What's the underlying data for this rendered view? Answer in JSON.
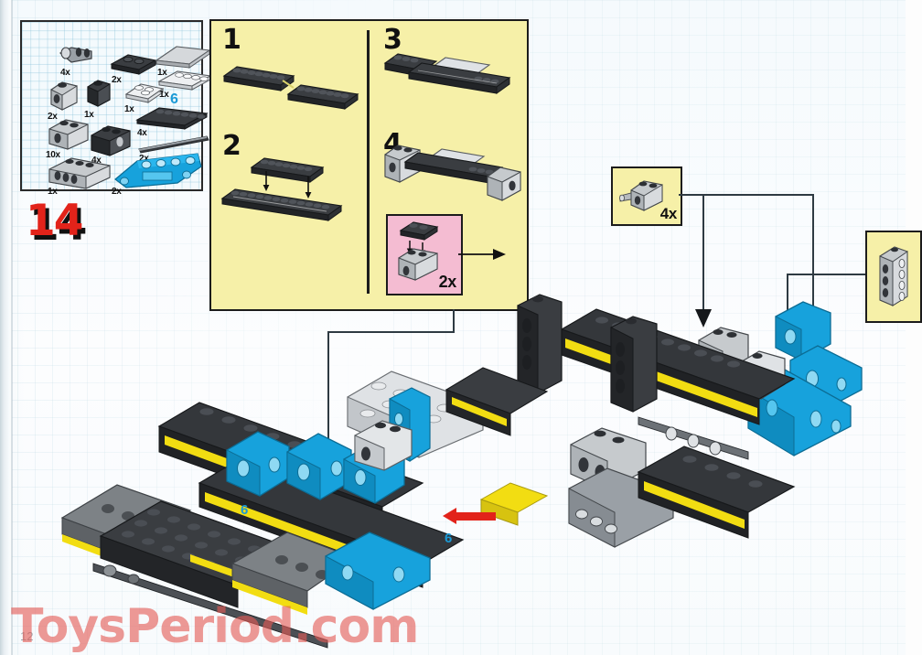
{
  "page": {
    "step_number": "14",
    "page_number": "12",
    "watermark": "ToysPeriod.com"
  },
  "parts_inventory": {
    "element_label": "6",
    "items": [
      {
        "qty": "4x",
        "name": "axle-pin-connector",
        "color": "#9aa0a6"
      },
      {
        "qty": "2x",
        "name": "plate-1x3-black",
        "color": "#2b2d30"
      },
      {
        "qty": "1x",
        "name": "tile-1x6-light-grey",
        "color": "#c8ccd0"
      },
      {
        "qty": "2x",
        "name": "technic-brick-1x1-grey",
        "color": "#b9bec3"
      },
      {
        "qty": "1x",
        "name": "brick-1x1-black",
        "color": "#2b2d30"
      },
      {
        "qty": "1x",
        "name": "plate-2x2-white",
        "color": "#eef0f2"
      },
      {
        "qty": "1x",
        "name": "plate-1x4-white",
        "color": "#eef0f2"
      },
      {
        "qty": "10x",
        "name": "technic-brick-1x2-grey",
        "color": "#b9bec3"
      },
      {
        "qty": "4x",
        "name": "technic-brick-1x2-black",
        "color": "#2b2d30"
      },
      {
        "qty": "4x",
        "name": "plate-1x6-black",
        "color": "#2b2d30"
      },
      {
        "qty": "2x",
        "name": "technic-axle-10",
        "color": "#3a3d42"
      },
      {
        "qty": "1x",
        "name": "technic-brick-1x4-grey",
        "color": "#b9bec3"
      },
      {
        "qty": "2x",
        "name": "technic-panel-blue",
        "color": "#17a2dc"
      }
    ]
  },
  "substep_panel": {
    "steps": [
      {
        "num": "1",
        "name": "substep-1"
      },
      {
        "num": "2",
        "name": "substep-2"
      },
      {
        "num": "3",
        "name": "substep-3"
      },
      {
        "num": "4",
        "name": "substep-4"
      }
    ],
    "inset": {
      "qty": "2x",
      "name": "plate-on-technic-brick"
    }
  },
  "callouts": [
    {
      "id": "callout-4x",
      "qty": "4x",
      "part": "technic-brick-1x2-with-pin"
    },
    {
      "id": "callout-right",
      "qty": "",
      "part": "technic-brick-1x4-upright"
    }
  ],
  "model": {
    "element_labels": [
      "6",
      "6"
    ],
    "colors": {
      "black": "#2b2d30",
      "dark_grey": "#63686d",
      "light_grey": "#b9bec3",
      "white_grey": "#e3e6e8",
      "yellow": "#f2dd12",
      "blue": "#17a2dc",
      "red_arrow": "#e2231a"
    }
  }
}
